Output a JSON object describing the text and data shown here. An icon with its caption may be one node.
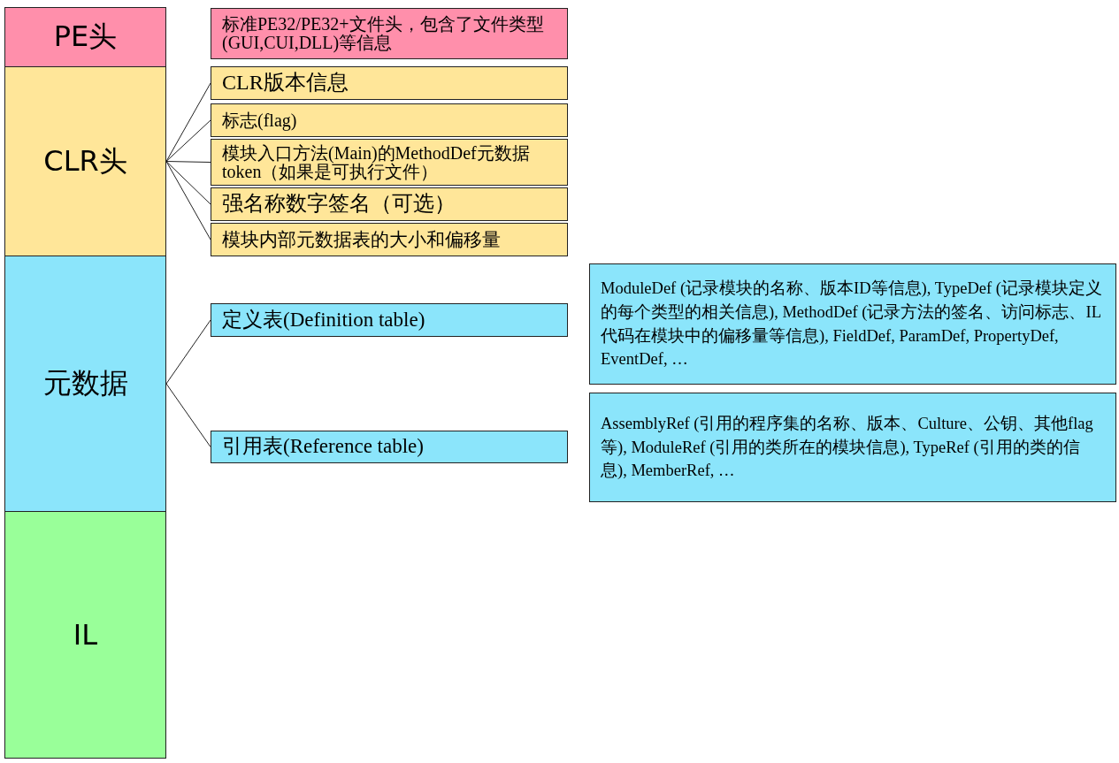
{
  "diagram": {
    "nodes": [
      {
        "text": [
          "PE头"
        ]
      },
      {
        "text": [
          "CLR头"
        ]
      },
      {
        "text": [
          "元数据"
        ]
      },
      {
        "text": [
          "IL"
        ]
      },
      {
        "text": [
          "标准PE32/PE32+文件头，包含了文件类型(GUI,CUI,DLL)等信息"
        ]
      },
      {
        "text": [
          "CLR版本信息"
        ]
      },
      {
        "text": [
          "标志(flag)"
        ]
      },
      {
        "text": [
          "模块入口方法(Main)的MethodDef元数据 token（如果是可执行文件）"
        ]
      },
      {
        "text": [
          "强名称数字签名（可选）"
        ]
      },
      {
        "text": [
          "模块内部元数据表的大小和偏移量"
        ]
      },
      {
        "text": [
          "定义表(Definition table)"
        ]
      },
      {
        "text": [
          "引用表(Reference table)"
        ]
      },
      {
        "text": [
          "ModuleDef (记录模块的名称、版本ID等信息), TypeDef (记录模块定义的每个类型的相关信息), MethodDef (记录方法的签名、访问标志、IL代码在模块中的偏移量等信息), FieldDef, ParamDef, PropertyDef, EventDef, …"
        ]
      },
      {
        "text": [
          "AssemblyRef (引用的程序集的名称、版本、Culture、公钥、其他flag等), ModuleRef (引用的类所在的模块信息), TypeRef (引用的类的信息), MemberRef, …"
        ]
      }
    ],
    "edges": [
      {
        "from": 1,
        "to": 5,
        "arrow": "none"
      },
      {
        "from": 1,
        "to": 6,
        "arrow": "none"
      },
      {
        "from": 1,
        "to": 7,
        "arrow": "none"
      },
      {
        "from": 1,
        "to": 8,
        "arrow": "none"
      },
      {
        "from": 1,
        "to": 9,
        "arrow": "none"
      },
      {
        "from": 2,
        "to": 10,
        "arrow": "none"
      },
      {
        "from": 2,
        "to": 11,
        "arrow": "none"
      }
    ]
  }
}
